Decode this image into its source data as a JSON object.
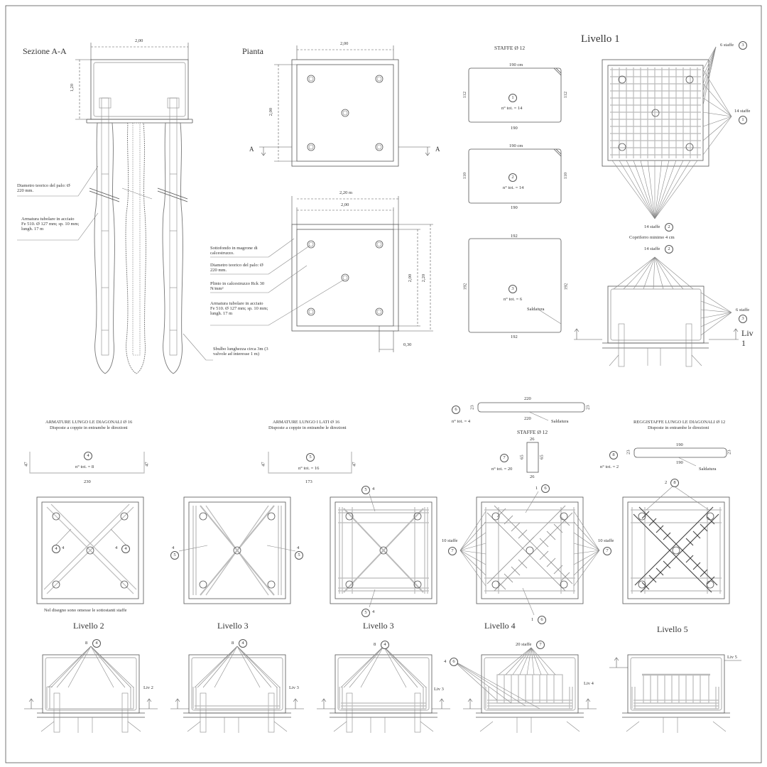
{
  "titles": {
    "sezione": "Sezione A-A",
    "pianta": "Pianta",
    "staffe12_top": "STAFFE Ø 12",
    "livello1": "Livello 1",
    "livello2": "Livello 2",
    "livello3a": "Livello 3",
    "livello3b": "Livello 3",
    "livello4": "Livello 4",
    "livello5": "Livello 5",
    "staffe12_mid": "STAFFE Ø 12"
  },
  "sezione": {
    "width": "2,00",
    "height": "1,20",
    "diametro": "Diametro teorico del palo: Ø 220 mm.",
    "armatura": "Armatura tubolare in acciaio Fe 510. Ø 127 mm; sp. 10 mm; lungh. 17 m",
    "sbulbo": "Sbulbo lunghezza circa 3m (3 valvole ad interesse 1 m)"
  },
  "pianta": {
    "width": "2,00",
    "height": "2,00",
    "sectionA_left": "A",
    "sectionA_right": "A",
    "width_outer": "2,20 m",
    "width_inner": "2,00",
    "h_inner": "2,00",
    "h_outer": "2,20",
    "offset": "0,30",
    "sottofondo": "Sottofondo in magrone di calcestruzzo.",
    "diametro": "Diametro teorico del palo: Ø 220 mm.",
    "plinto": "Plinto in calcestruzzo Rck 30 N/mm²",
    "armatura": "Armatura tubolare in acciaio Fe 510. Ø 127 mm; sp. 10 mm; lungh. 17 m"
  },
  "staffe": {
    "s1": {
      "top": "190 cm",
      "bottom": "190",
      "left": "112",
      "right": "112",
      "num": "1",
      "tot": "n° tot. = 14"
    },
    "s2": {
      "top": "190 cm",
      "bottom": "190",
      "left": "110",
      "right": "110",
      "num": "2",
      "tot": "n° tot. = 14"
    },
    "s3": {
      "top": "192",
      "bottom": "192",
      "left": "192",
      "right": "192",
      "num": "3",
      "tot": "n° tot. = 6",
      "note": "Saldatura"
    }
  },
  "livello1": {
    "staffe6": "6 staffe",
    "num3": "3",
    "staffe14": "14 staffe",
    "num1": "1",
    "staffe14b": "14 staffe",
    "num2": "2",
    "copriferro": "Copriferro minimo 4 cm",
    "staffe14c": "14 staffe",
    "num2b": "2",
    "staffe6b": "6 staffe",
    "num3b": "3",
    "liv": "Liv",
    "liv_n": "1"
  },
  "armature": {
    "diag_title": "ARMATURE LUNGO LE DIAGONALI Ø 16",
    "diag_sub": "Disposte a coppie in entrambe le direzioni",
    "diag_num": "4",
    "diag_left": "47",
    "diag_right": "47",
    "diag_tot": "n° tot. = 8",
    "diag_len": "230",
    "lati_title": "ARMATURE LUNGO I LATI Ø 16",
    "lati_sub": "Disposte a coppie in entrambe le direzioni",
    "lati_num": "5",
    "lati_left": "47",
    "lati_right": "47",
    "lati_tot": "n° tot. = 16",
    "lati_len": "173"
  },
  "bar6": {
    "num": "6",
    "tot": "n° tot. = 4",
    "top": "220",
    "bottom": "220",
    "left": "23",
    "right": "23",
    "note": "Saldatura"
  },
  "bar7": {
    "num": "7",
    "tot": "n° tot. = 20",
    "top": "26",
    "bottom": "26",
    "left": "65",
    "right": "65"
  },
  "bar8": {
    "title": "REGGISTAFFE LUNGO LE DIAGONALI Ø 12",
    "sub": "Disposte in entrambe le direzioni",
    "num": "8",
    "tot": "n° tot. = 2",
    "top": "190",
    "bottom": "190",
    "left": "23",
    "right": "23",
    "note": "Saldatura"
  },
  "plans": {
    "p1": {
      "num_a": "4",
      "label_a": "4",
      "num_b": "4",
      "label_b": "4",
      "note": "Nel disegno sono omesse le sottostanti staffe"
    },
    "p2": {
      "label_l": "4",
      "num_l": "5",
      "label_r": "4",
      "num_r": "5"
    },
    "p3": {
      "num_t": "5",
      "label_t": "4",
      "num_b": "5",
      "label_b": "4"
    },
    "p4": {
      "top_l": "1",
      "top_n": "6",
      "bot_l": "1",
      "bot_n": "6",
      "left": "10 staffe",
      "left_n": "7",
      "right": "10 staffe",
      "right_n": "7"
    },
    "p5": {
      "top_l": "2",
      "top_n": "8"
    }
  },
  "levels": {
    "l2": {
      "count": "8",
      "num": "4",
      "liv": "Liv 2"
    },
    "l3a": {
      "count": "8",
      "num": "4",
      "liv": "Liv 3"
    },
    "l3b": {
      "count": "8",
      "num": "4",
      "liv": "Liv 3"
    },
    "l4": {
      "count": "20 staffe",
      "num": "7",
      "left_l": "4",
      "left_n": "6",
      "liv": "Liv 4"
    },
    "l5": {
      "liv": "Liv 5"
    }
  }
}
